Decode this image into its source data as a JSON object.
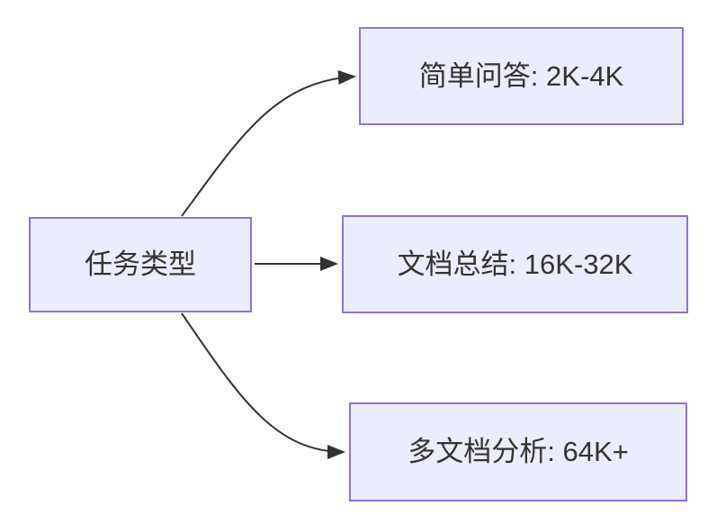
{
  "diagram": {
    "nodes": [
      {
        "id": "task-type",
        "label": "任务类型"
      },
      {
        "id": "simple-qa",
        "label": "简单问答: 2K-4K"
      },
      {
        "id": "doc-summary",
        "label": "文档总结: 16K-32K"
      },
      {
        "id": "multi-doc-analysis",
        "label": "多文档分析: 64K+"
      }
    ],
    "edges": [
      {
        "from": "task-type",
        "to": "simple-qa"
      },
      {
        "from": "task-type",
        "to": "doc-summary"
      },
      {
        "from": "task-type",
        "to": "multi-doc-analysis"
      }
    ],
    "colors": {
      "node_fill": "#ECECFF",
      "node_border": "#9370DB",
      "node_text": "#333333",
      "edge_stroke": "#333333",
      "background": "#FFFFFF"
    }
  }
}
